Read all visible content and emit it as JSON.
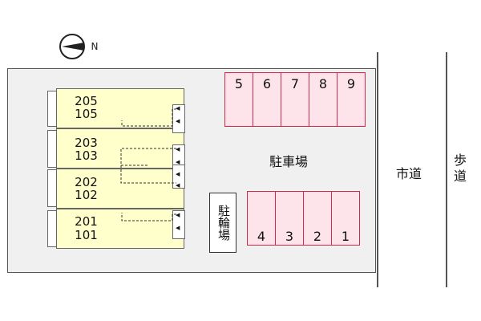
{
  "compass": {
    "letter": "N"
  },
  "units": [
    {
      "upper": "205",
      "lower": "105"
    },
    {
      "upper": "203",
      "lower": "103"
    },
    {
      "upper": "202",
      "lower": "102"
    },
    {
      "upper": "201",
      "lower": "101"
    }
  ],
  "parking_label": "駐車場",
  "parking_top_row": [
    "5",
    "6",
    "7",
    "8",
    "9"
  ],
  "parking_bottom_row": [
    "4",
    "3",
    "2",
    "1"
  ],
  "bicycle_parking": "駐輪場",
  "city_road": "市道",
  "sidewalk": "歩道",
  "colors": {
    "building_fill": "#ffffcc",
    "parking_fill": "#fde4ea",
    "parking_border": "#d22a4a",
    "lot_fill": "#f0f0f0"
  }
}
